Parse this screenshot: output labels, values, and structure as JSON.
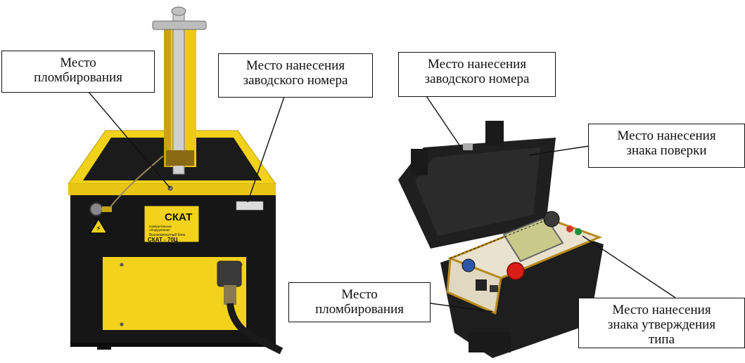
{
  "image": {
    "description_free": true,
    "colors": {
      "yellow": "#f2d21b",
      "black": "#161616",
      "case_black": "#1f1f1f",
      "panel_beige": "#e8e2cf",
      "screen": "#c9c98a",
      "red_button": "#d81d16",
      "blue_knob": "#2e56a8"
    }
  },
  "callouts": {
    "left_seal": {
      "line1": "Место",
      "line2": "пломбирования"
    },
    "left_serial": {
      "line1": "Место нанесения",
      "line2": "заводского номера"
    },
    "right_serial": {
      "line1": "Место нанесения",
      "line2": "заводского номера"
    },
    "right_verification": {
      "line1": "Место нанесения",
      "line2": "знака поверки"
    },
    "right_seal": {
      "line1": "Место",
      "line2": "пломбирования"
    },
    "right_type_approval": {
      "line1": "Место нанесения",
      "line2": "знака утверждения",
      "line3": "типа"
    }
  },
  "device_labels": {
    "logo": "СКАТ",
    "logo_sub1": "измерительное",
    "logo_sub2": "оборудование",
    "block_line1": "Высоковольтный блок",
    "block_line2": "СКАТ - 70Ц"
  }
}
